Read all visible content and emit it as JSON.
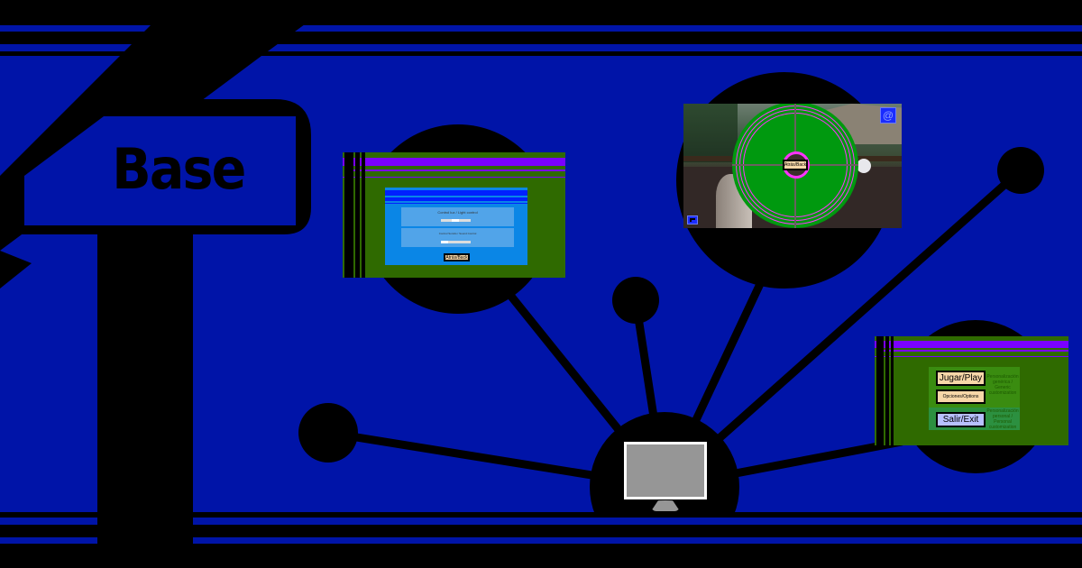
{
  "colors": {
    "background_blue": "#0014a8",
    "black": "#000000",
    "menu_green": "#2f6a00",
    "header_purple": "#7a00ff",
    "button_beige": "#f7d7a8",
    "exit_button_lavender": "#b8c0ff",
    "reticle_green": "#00990f",
    "reticle_ring_magenta": "#ff33ff",
    "monitor_screen_grey": "#969696"
  },
  "sign": {
    "label": "Base"
  },
  "hub": {
    "icon": "monitor-icon"
  },
  "screens": {
    "settings": {
      "light_control_label": "Control luz / Light control",
      "sound_control_label": "Control Sonido / Sound Control",
      "light_slider_value": 40,
      "sound_slider_value": 25,
      "back_button": "Atrás/Back"
    },
    "game": {
      "back_button": "Atrás/Back",
      "top_right_icon": "settings-spiral-icon",
      "bottom_left_icon": "gun-icon"
    },
    "main_menu": {
      "play_button": "Jugar/Play",
      "options_button": "Opciones/Options",
      "exit_button": "Salir/Exit",
      "generic_note": "Personalización genérica / Generic customization",
      "personal_note": "Personalización personal / Personal customization"
    }
  }
}
